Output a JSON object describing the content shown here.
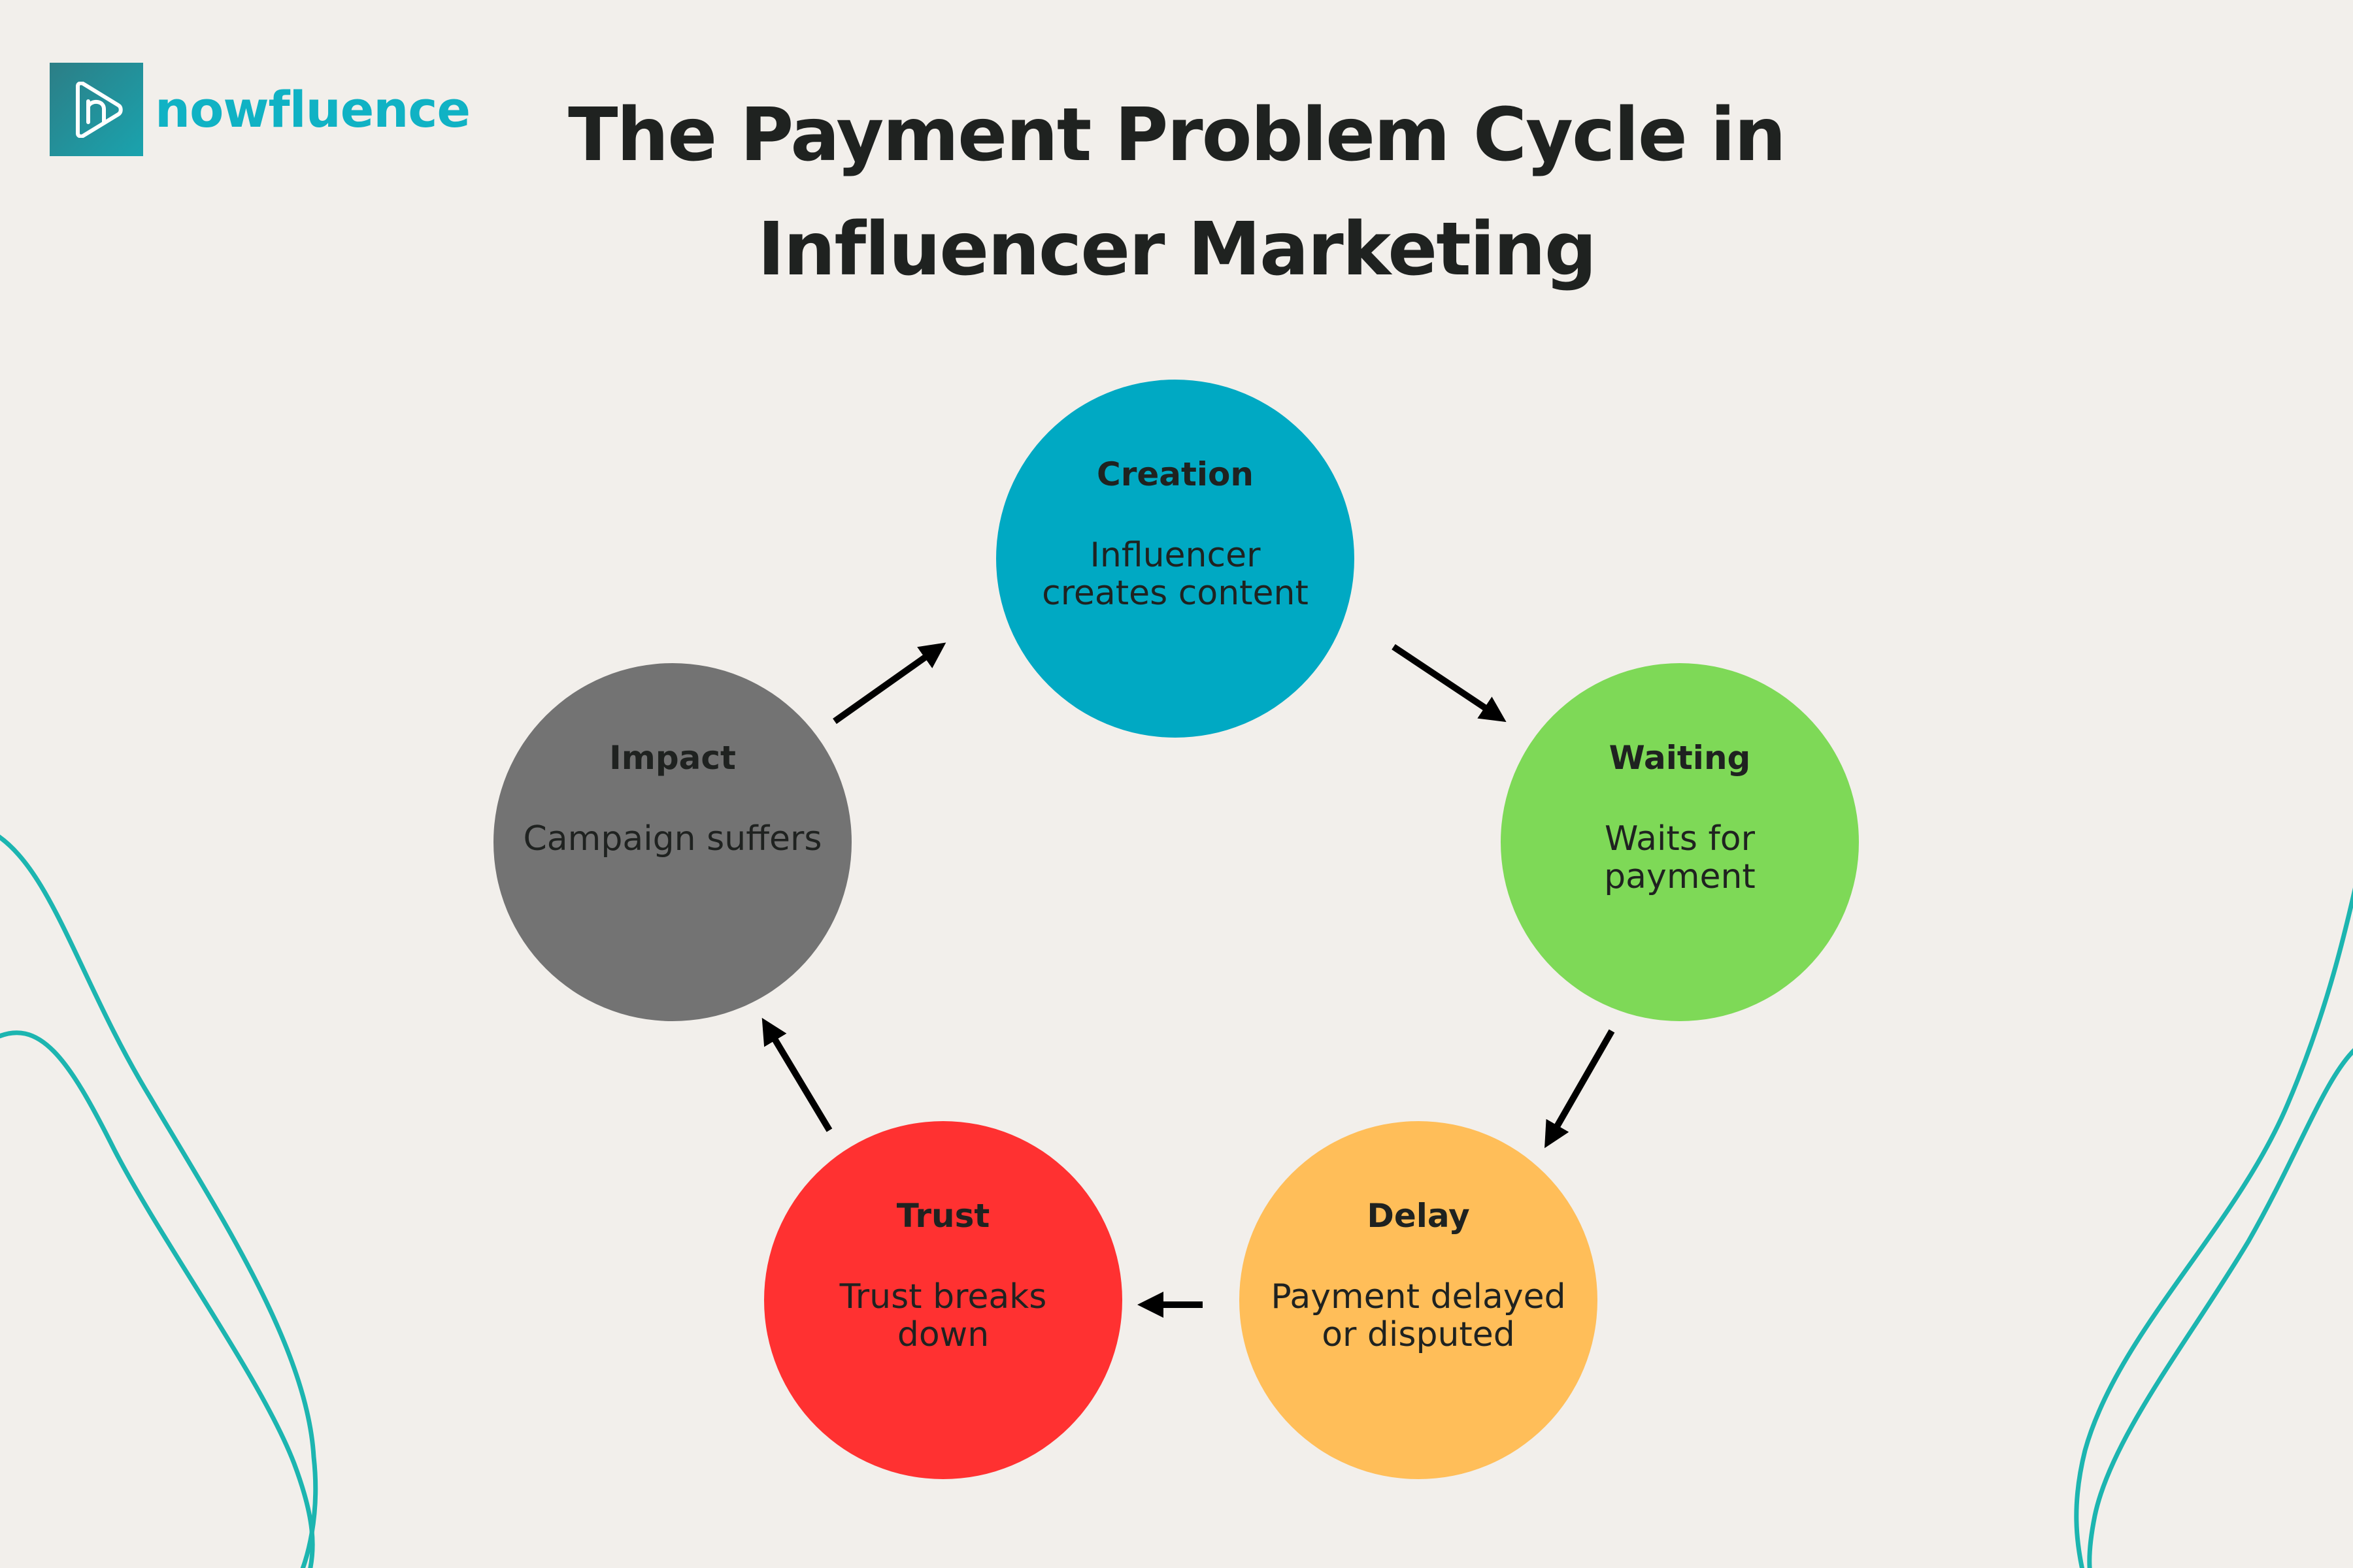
{
  "brand": {
    "name": "nowfluence",
    "icon": "play-n-icon",
    "color": "#10B2C4"
  },
  "title": {
    "line1": "The Payment Problem Cycle in",
    "line2": "Influencer Marketing"
  },
  "cycle": {
    "stages": [
      {
        "label": "Creation",
        "text": "Influencer creates content",
        "color": "#00A9C3"
      },
      {
        "label": "Waiting",
        "text": "Waits for payment",
        "color": "#7ED957"
      },
      {
        "label": "Delay",
        "text": "Payment delayed or disputed",
        "color": "#FFBE59"
      },
      {
        "label": "Trust",
        "text": "Trust breaks down",
        "color": "#FF3131"
      },
      {
        "label": "Impact",
        "text": "Campaign suffers",
        "color": "#737373"
      }
    ],
    "arrow_color": "#000000",
    "decoration_color": "#1CB5B0"
  }
}
